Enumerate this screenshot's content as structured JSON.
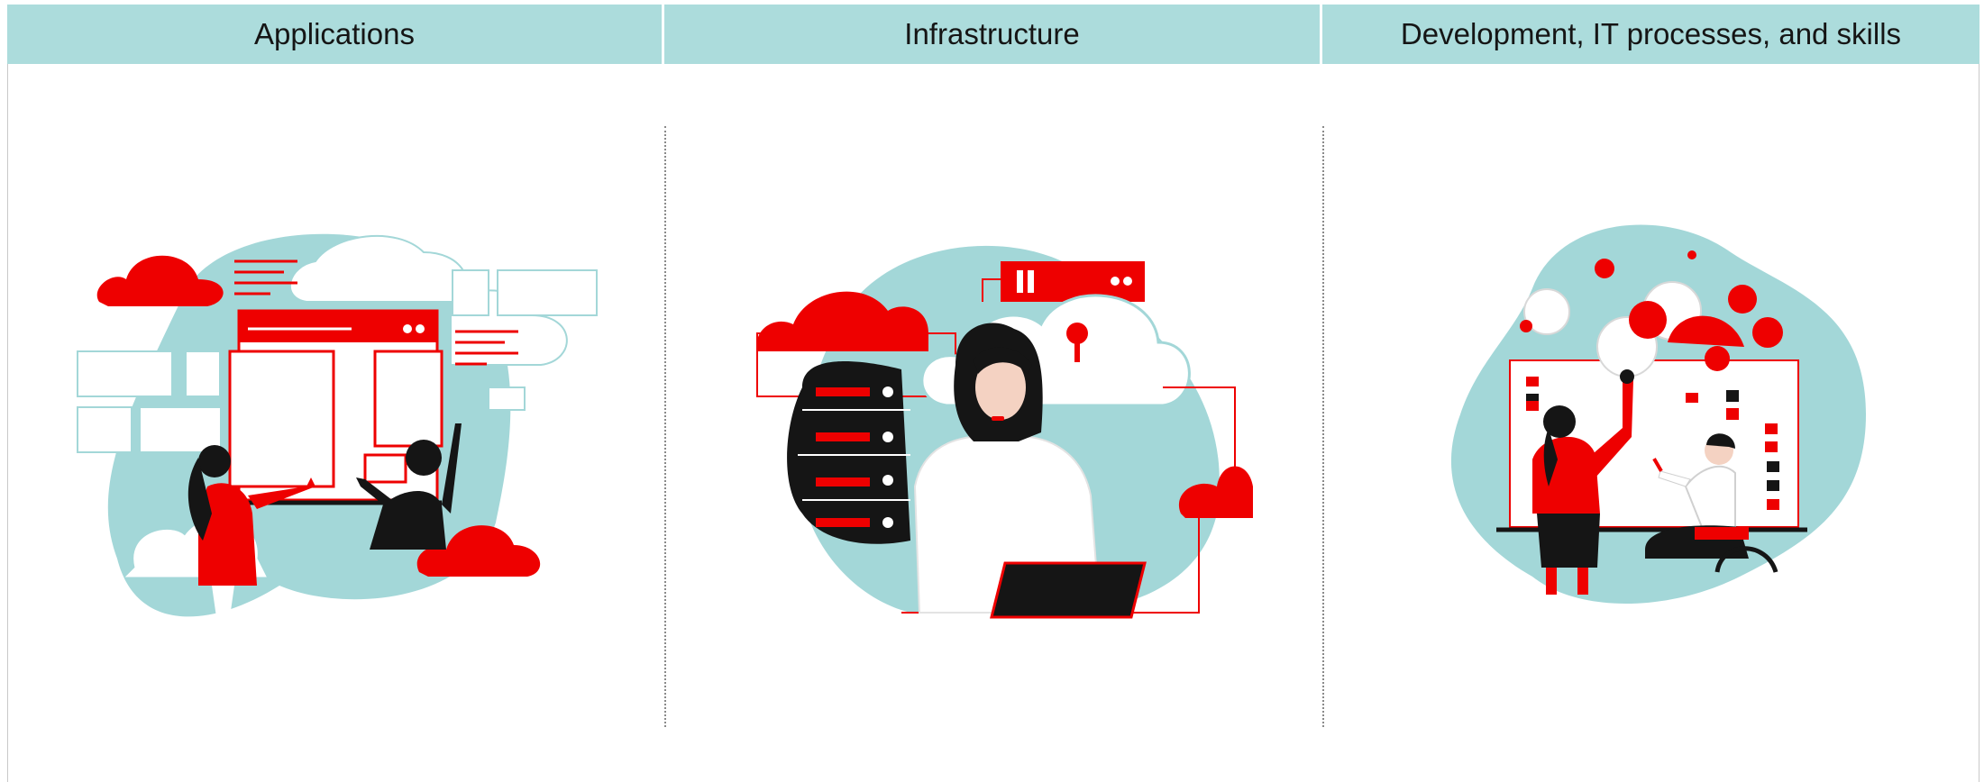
{
  "columns": [
    {
      "title": "Applications"
    },
    {
      "title": "Infrastructure"
    },
    {
      "title": "Development, IT processes, and skills"
    }
  ],
  "colors": {
    "header_bg": "#acdcdc",
    "accent_red": "#ee0000",
    "teal": "#a3d7d8",
    "ink": "#151515"
  },
  "icons": [
    "applications-illustration",
    "infrastructure-illustration",
    "development-illustration"
  ]
}
